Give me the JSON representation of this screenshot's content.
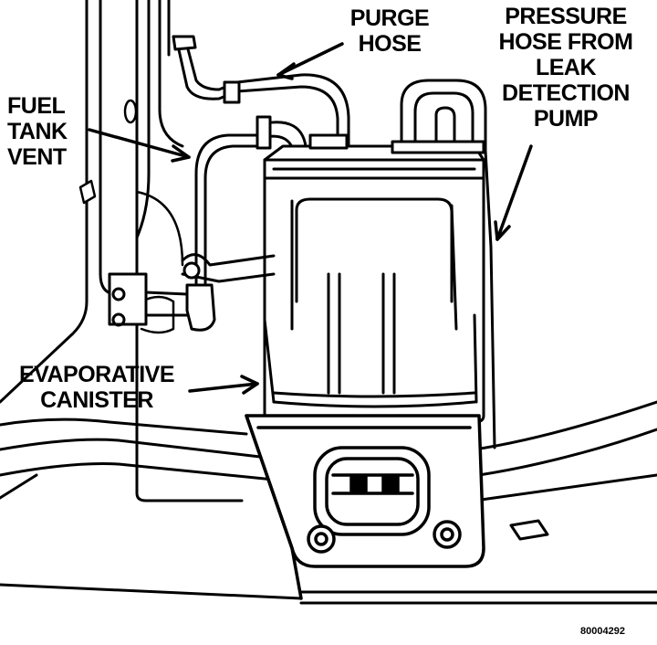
{
  "labels": {
    "purge_hose": "PURGE\nHOSE",
    "pressure_hose": "PRESSURE\nHOSE FROM\nLEAK\nDETECTION\nPUMP",
    "fuel_tank_vent": "FUEL\nTANK\nVENT",
    "evaporative_canister": "EVAPORATIVE\nCANISTER",
    "figure_id": "80004292"
  },
  "colors": {
    "ink": "#000000",
    "paper": "#ffffff"
  }
}
